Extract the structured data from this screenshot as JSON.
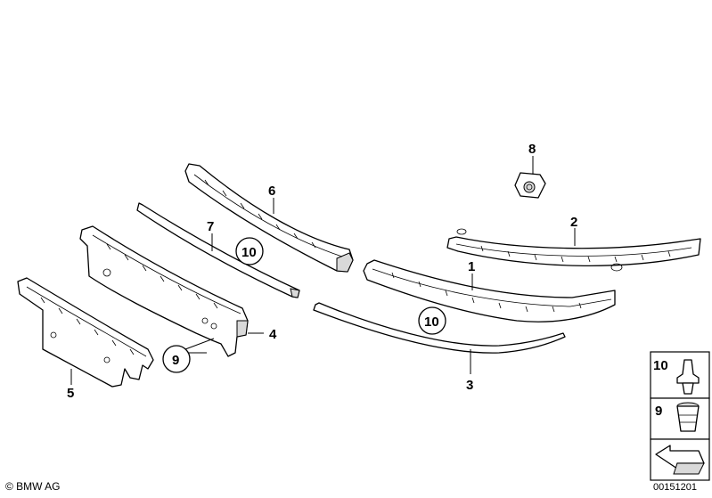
{
  "callouts": {
    "c1": "1",
    "c2": "2",
    "c3": "3",
    "c4": "4",
    "c5": "5",
    "c6": "6",
    "c7": "7",
    "c8": "8",
    "c9": "9",
    "c10a": "10",
    "c10b": "10"
  },
  "legend": {
    "item10": "10",
    "item9": "9"
  },
  "footer": {
    "copyright": "© BMW AG",
    "drawing_number": "00151201"
  }
}
